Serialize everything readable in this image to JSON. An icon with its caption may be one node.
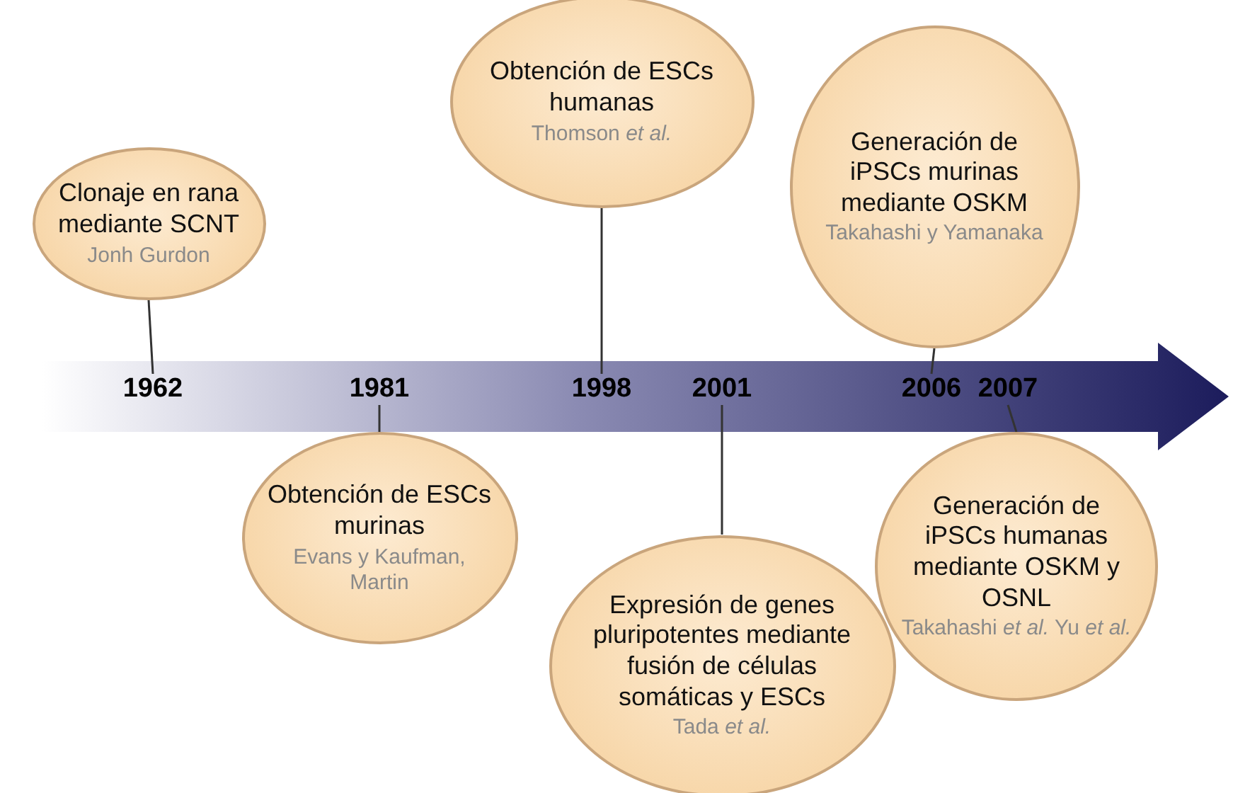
{
  "diagram": {
    "nodes": [
      {
        "text": [
          "1962"
        ]
      },
      {
        "text": [
          "1981"
        ]
      },
      {
        "text": [
          "1998"
        ]
      },
      {
        "text": [
          "2001"
        ]
      },
      {
        "text": [
          "2006"
        ]
      },
      {
        "text": [
          "2007"
        ]
      },
      {
        "text": [
          "Clonaje en rana mediante SCNT",
          "Jonh Gurdon"
        ]
      },
      {
        "text": [
          "Obtención de ESCs humanas",
          "Thomson *et al.*"
        ]
      },
      {
        "text": [
          "Generación de iPSCs murinas mediante OSKM",
          "Takahashi y Yamanaka"
        ]
      },
      {
        "text": [
          "Obtención de ESCs murinas",
          "Evans y Kaufman, Martin"
        ]
      },
      {
        "text": [
          "Expresión de genes pluripotentes mediante fusión de células somáticas y ESCs",
          "Tada *et al.*"
        ]
      },
      {
        "text": [
          "Generación de iPSCs humanas mediante OSKM y OSNL",
          "Takahashi *et al.* Yu *et al.*"
        ]
      }
    ],
    "edges": [
      {
        "from": 6,
        "to": 0,
        "arrow": "none"
      },
      {
        "from": 7,
        "to": 2,
        "arrow": "none"
      },
      {
        "from": 8,
        "to": 4,
        "arrow": "none"
      },
      {
        "from": 9,
        "to": 1,
        "arrow": "none"
      },
      {
        "from": 10,
        "to": 3,
        "arrow": "none"
      },
      {
        "from": 11,
        "to": 5,
        "arrow": "none"
      }
    ]
  }
}
